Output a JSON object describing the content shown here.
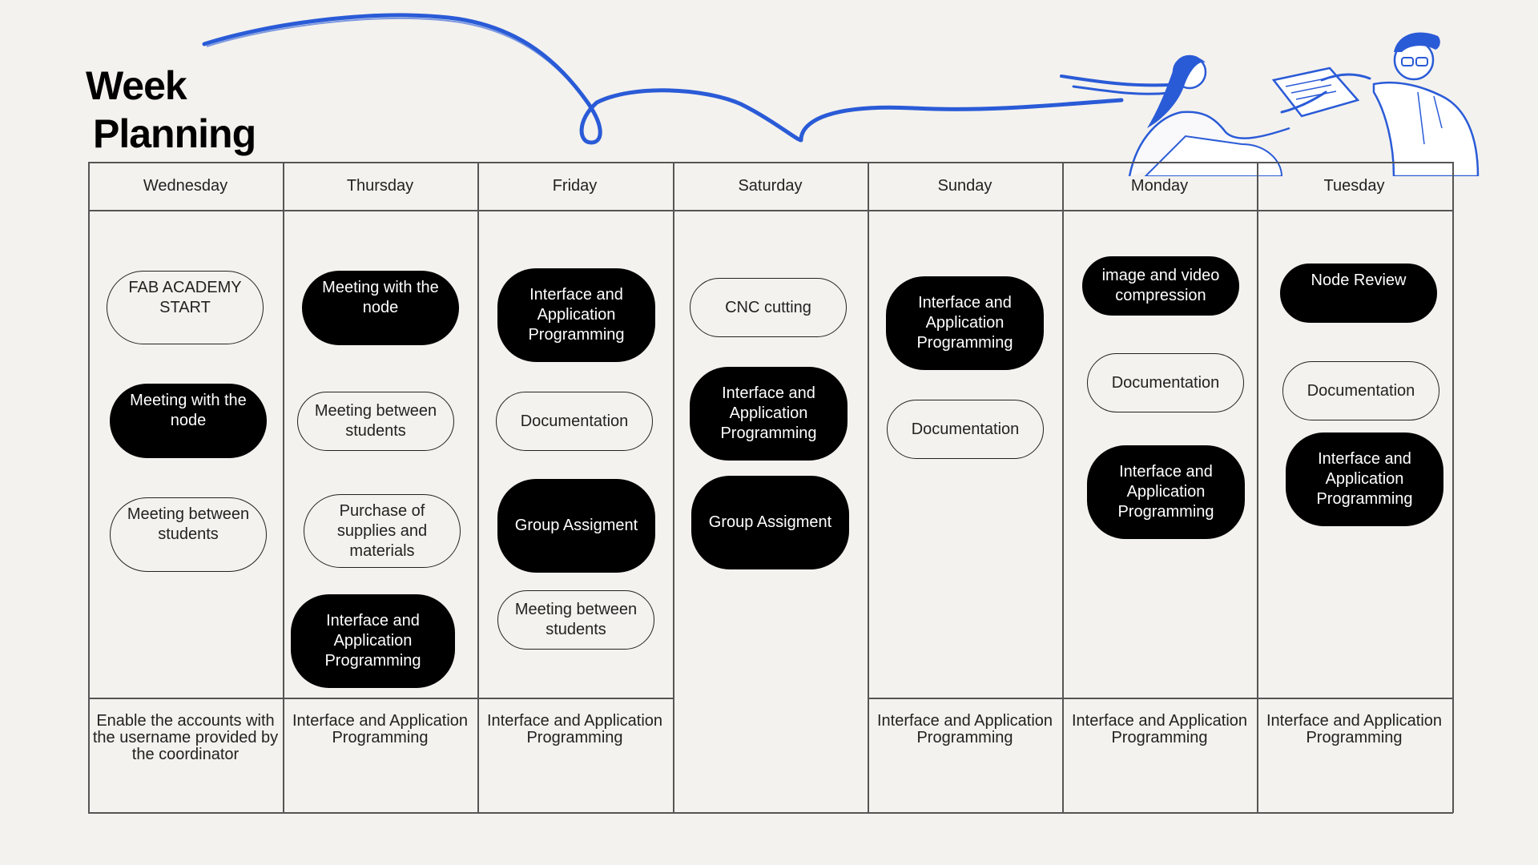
{
  "title": {
    "line1": "Week",
    "line2": "Planning"
  },
  "days": [
    "Wednesday",
    "Thursday",
    "Friday",
    "Saturday",
    "Sunday",
    "Monday",
    "Tuesday"
  ],
  "tasks": {
    "wednesday": [
      "FAB ACADEMY START",
      "Meeting with the node",
      "Meeting between students"
    ],
    "thursday": [
      "Meeting with the node",
      "Meeting between students",
      "Purchase of supplies and materials",
      "Interface and Application Programming"
    ],
    "friday": [
      "Interface and Application Programming",
      "Documentation",
      "Group Assigment",
      "Meeting between students"
    ],
    "saturday": [
      "CNC cutting",
      "Interface and Application Programming",
      "Group Assigment"
    ],
    "sunday": [
      "Interface and Application Programming",
      "Documentation"
    ],
    "monday": [
      "image and video compression",
      "Documentation",
      "Interface and Application Programming"
    ],
    "tuesday": [
      "Node Review",
      "Documentation",
      "Interface and Application Programming"
    ]
  },
  "notes": {
    "wednesday": "Enable the accounts with the username provided by the coordinator",
    "thursday": "Interface and Application Programming",
    "friday": "Interface and Application Programming",
    "sunday": "Interface and Application Programming",
    "monday": "Interface and Application Programming",
    "tuesday": "Interface and Application Programming"
  },
  "colors": {
    "background": "#f4f2ee",
    "accent_blue": "#2a5bd7",
    "dark_pill": "#000000",
    "line": "#555555"
  },
  "icons": [
    "scribble-line",
    "people-exchanging-document-illustration"
  ]
}
